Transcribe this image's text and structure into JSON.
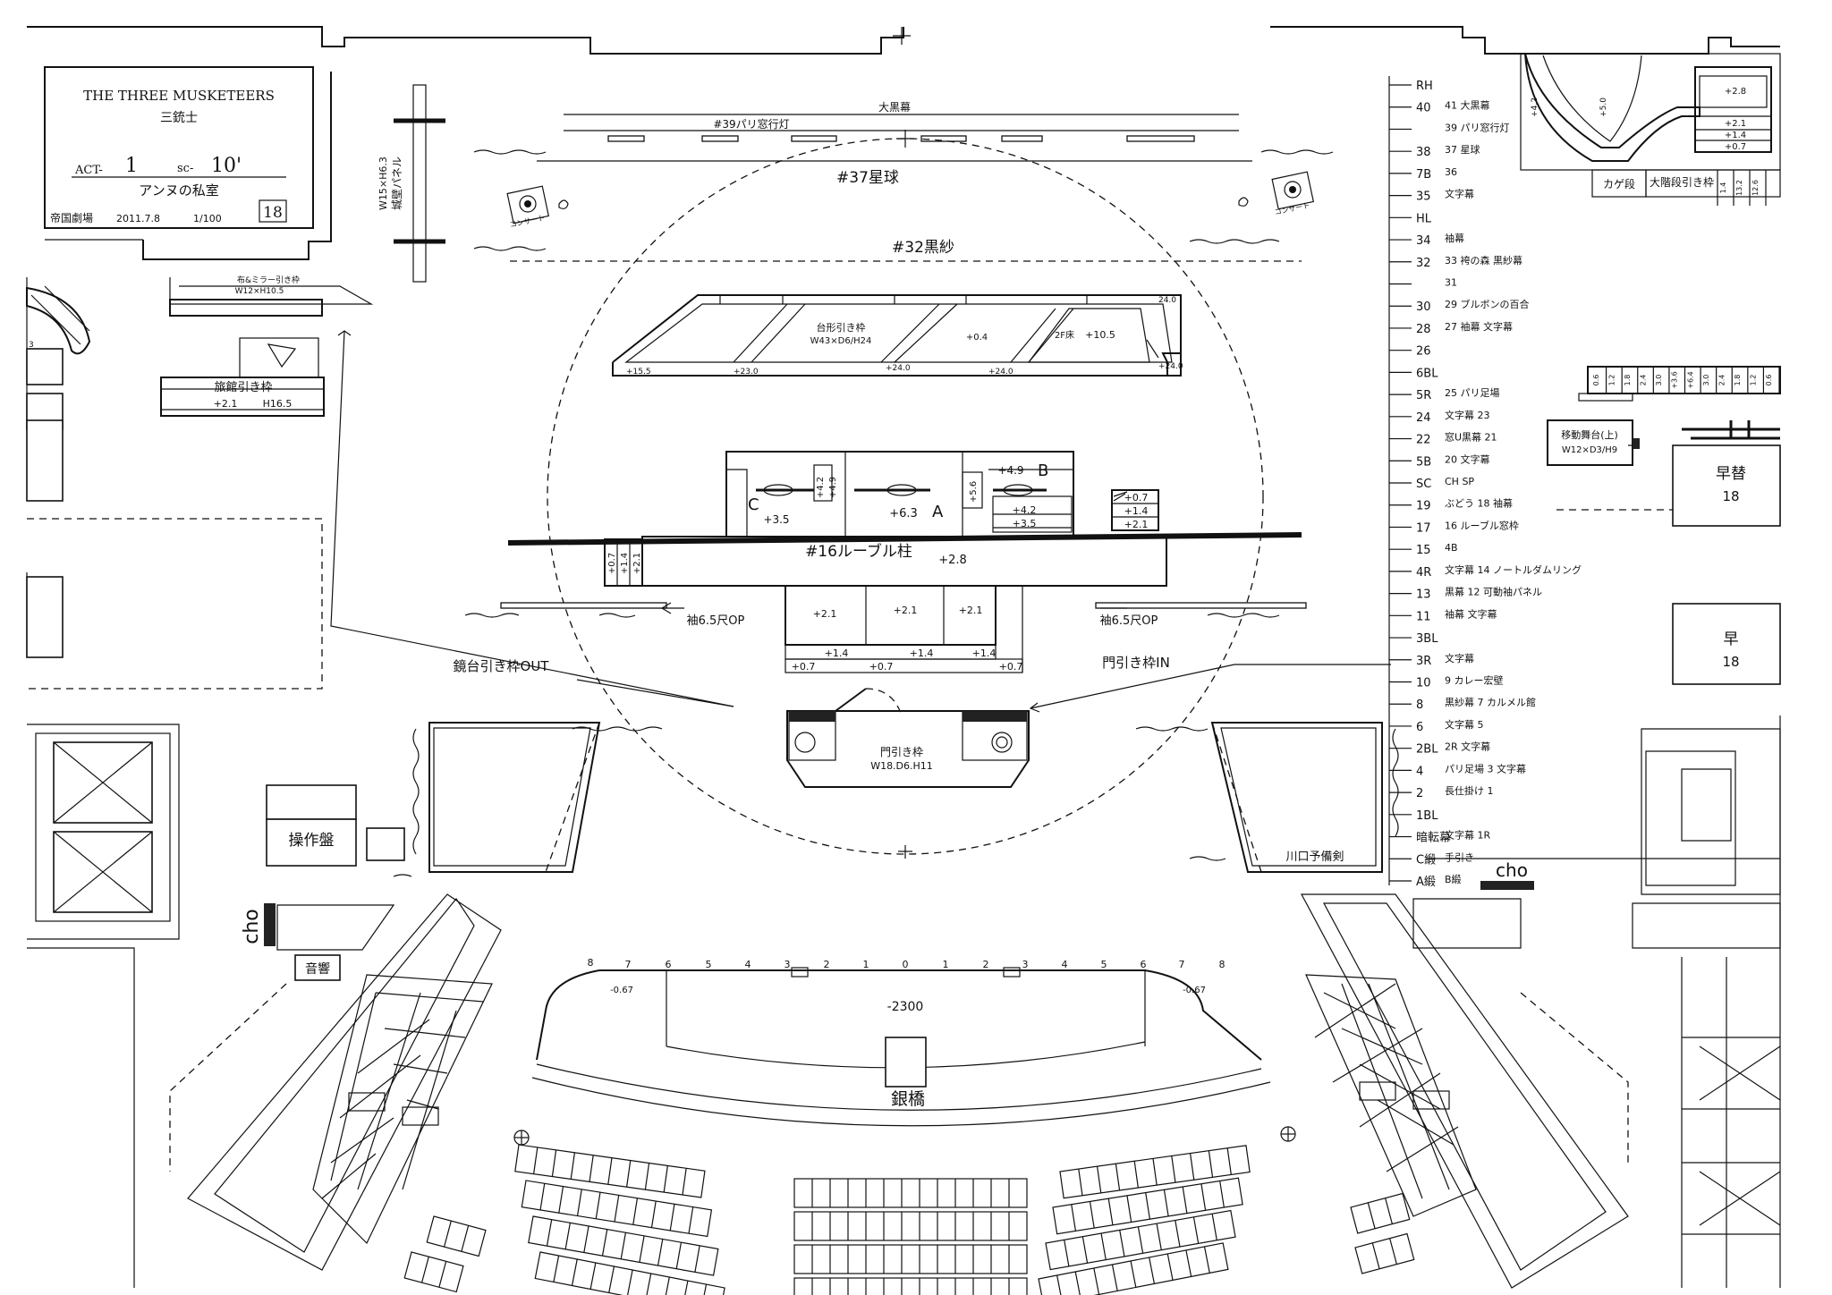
{
  "title_block": {
    "title": "THE THREE MUSKETEERS",
    "title_ja": "三銃士",
    "act_label": "ACT-",
    "act": "1",
    "sc_label": "sc-",
    "scene": "10'",
    "scene_name": "アンヌの私室",
    "theatre": "帝国劇場",
    "date": "2011.7.8",
    "scale": "1/100",
    "sheet": "18"
  },
  "upstage": {
    "black_curtain": "大黒幕",
    "paris_window_light": "#39パリ窓行灯",
    "globe": "#37星球",
    "black_gauze": "#32黒紗",
    "castle_wall_panel_1": "城壁パネル",
    "castle_wall_panel_2": "W15×H6.3",
    "concert_left": "コンサート",
    "concert_right": "コンサート"
  },
  "left_units": {
    "mirror_unit_1": "布&ミラー引き枠",
    "mirror_unit_2": "W12×H10.5",
    "inn_unit_1": "旅館引き枠",
    "inn_unit_2": "+2.1",
    "inn_unit_3": "H16.5",
    "edge_value": "3"
  },
  "platform_unit": {
    "name": "台形引き枠",
    "size": "W43×D6/H24",
    "floor_2f": "2F床",
    "floor_2f_height": "+10.5",
    "center_height": "+0.4",
    "heights_bottom": [
      "+15.5",
      "+23.0",
      "+24.0",
      "+24.0",
      "+24.0"
    ],
    "height_top_right": "24.0"
  },
  "center_set": {
    "label_a": "A",
    "label_b": "B",
    "label_c": "C",
    "value_a": "+6.3",
    "value_b": "+4.9",
    "value_c": "+3.5",
    "step_42": "+4.2",
    "step_49": "+4.9",
    "step_56": "+5.6",
    "b_42": "+4.2",
    "b_35": "+3.5",
    "right_steps": [
      "+0.7",
      "+1.4",
      "+2.1"
    ],
    "left_steps": [
      "+0.7",
      "+1.4",
      "+2.1"
    ],
    "louvre_pillar": "#16ルーブル柱",
    "pillar_height": "+2.8",
    "front_top": [
      "+2.1",
      "+2.1",
      "+2.1"
    ],
    "front_mid": [
      "+1.4",
      "+1.4",
      "+1.4"
    ],
    "front_low": [
      "+0.7",
      "+0.7",
      "+0.7"
    ],
    "sleeve_left": "袖6.5尺OP",
    "sleeve_right": "袖6.5尺OP",
    "gate_unit": "門引き枠",
    "gate_size": "W18.D6.H11",
    "proscenium_out": "鏡台引き枠OUT",
    "gate_in": "門引き枠IN"
  },
  "fly_lines": [
    {
      "left": "RH",
      "right": ""
    },
    {
      "left": "40",
      "right": "41 大黒幕"
    },
    {
      "left": "",
      "right": "39 パリ窓行灯"
    },
    {
      "left": "38",
      "right": "37 星球"
    },
    {
      "left": "7B",
      "right": "36"
    },
    {
      "left": "35",
      "right": "文字幕"
    },
    {
      "left": "HL",
      "right": ""
    },
    {
      "left": "34",
      "right": "袖幕"
    },
    {
      "left": "32",
      "right": "33 袴の森 黒紗幕"
    },
    {
      "left": "",
      "right": "31"
    },
    {
      "left": "30",
      "right": "29 ブルボンの百合"
    },
    {
      "left": "28",
      "right": "27 袖幕 文字幕"
    },
    {
      "left": "26",
      "right": ""
    },
    {
      "left": "6BL",
      "right": ""
    },
    {
      "left": "5R",
      "right": "25 パリ足場"
    },
    {
      "left": "24",
      "right": "文字幕 23"
    },
    {
      "left": "22",
      "right": "窓U黒幕 21"
    },
    {
      "left": "5B",
      "right": "20 文字幕"
    },
    {
      "left": "SC",
      "right": "CH SP"
    },
    {
      "left": "19",
      "right": "ぶどう 18 袖幕"
    },
    {
      "left": "17",
      "right": "16 ルーブル窓枠"
    },
    {
      "left": "15",
      "right": "4B"
    },
    {
      "left": "4R",
      "right": "文字幕 14 ノートルダムリング"
    },
    {
      "left": "13",
      "right": "黒幕 12 可動袖パネル"
    },
    {
      "left": "11",
      "right": "袖幕 文字幕"
    },
    {
      "left": "3BL",
      "right": ""
    },
    {
      "left": "3R",
      "right": "文字幕"
    },
    {
      "left": "10",
      "right": "9 カレー宏壁"
    },
    {
      "left": "8",
      "right": "黒紗幕 7 カルメル館"
    },
    {
      "left": "6",
      "right": "文字幕 5"
    },
    {
      "left": "2BL",
      "right": "2R 文字幕"
    },
    {
      "left": "4",
      "right": "パリ足場 3 文字幕"
    },
    {
      "left": "2",
      "right": "長仕掛け 1"
    },
    {
      "left": "1BL",
      "right": ""
    },
    {
      "left": "暗転幕",
      "right": "文字幕 1R"
    },
    {
      "left": "C緞",
      "right": "手引き"
    },
    {
      "left": "A緞",
      "right": "B緞"
    }
  ],
  "fly_extra": {
    "cho_right": "cho"
  },
  "right_units": {
    "stair_label": "カゲ段",
    "grand_stair": "大階段引き枠",
    "stair_heights": [
      "+2.8",
      "+2.1",
      "+1.4",
      "+0.7"
    ],
    "curve_values": [
      "+4.2",
      "+5.0"
    ],
    "mid_heights_left": [
      "0.6",
      "1.2",
      "1.8",
      "2.4",
      "3.0"
    ],
    "mid_heights_center": [
      "+3.6",
      "+6.4"
    ],
    "mid_heights_right": [
      "3.0",
      "2.4",
      "1.8",
      "1.2",
      "0.6"
    ],
    "moving_stage": "移動舞台(上)",
    "moving_stage_size": "W12×D3/H9",
    "quick_change_1": "早替",
    "quick_change_1_num": "18",
    "quick_change_2": "早",
    "quick_change_2_num": "18",
    "stair_right_vals": [
      "1.4",
      "13.2",
      "12.6"
    ]
  },
  "downstage": {
    "control_panel": "操作盤",
    "sound": "音響",
    "cho_left": "cho",
    "kawaguchi": "川口予備剣",
    "silver_bridge": "銀橋",
    "pit_depth": "-2300",
    "left_depth": "-0.67",
    "right_depth": "-0.67",
    "numbers_left": [
      "8",
      "7",
      "6",
      "5",
      "4",
      "3",
      "2",
      "1"
    ],
    "number_center": "0",
    "numbers_right": [
      "1",
      "2",
      "3",
      "4",
      "5",
      "6",
      "7",
      "8"
    ]
  }
}
